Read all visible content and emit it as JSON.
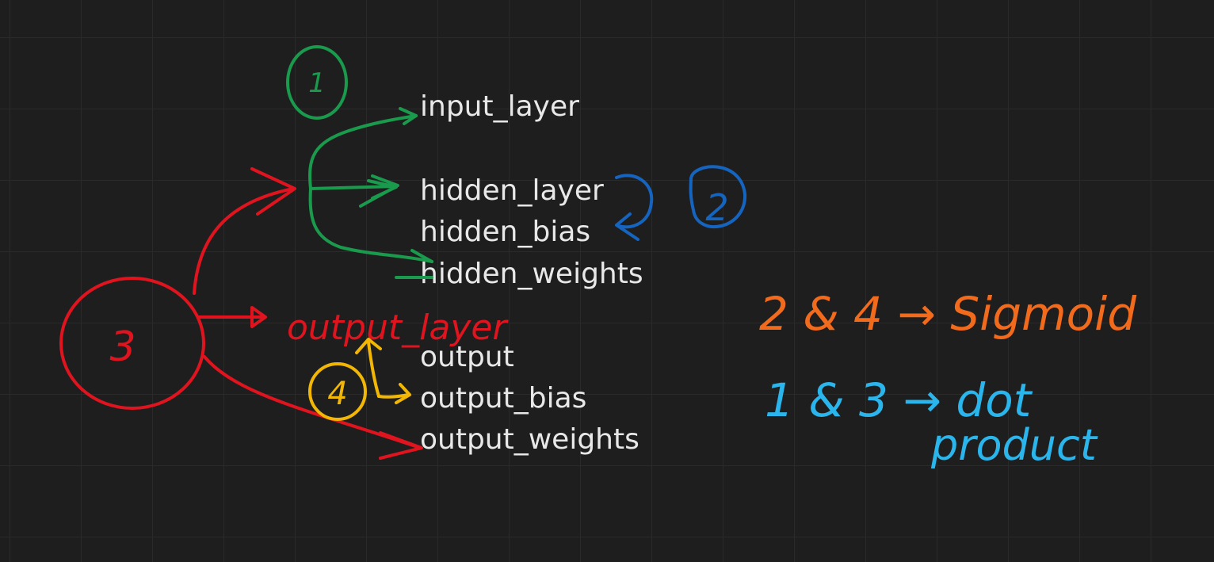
{
  "variables": {
    "input_layer": "input_layer",
    "hidden_layer": "hidden_layer",
    "hidden_bias": "hidden_bias",
    "hidden_weights": "hidden_weights",
    "output": "output",
    "output_bias": "output_bias",
    "output_weights": "output_weights"
  },
  "annotations": {
    "group_1": "1",
    "group_2": "2",
    "group_3": "3",
    "group_4": "4",
    "output_layer_label": "output_layer",
    "note_sigmoid": "2 & 4 → Sigmoid",
    "note_dot_line1": "1 & 3 → dot",
    "note_dot_line2": "product"
  },
  "colors": {
    "background": "#1e1e1e",
    "grid": "#2a2a2a",
    "text": "#e8e8e8",
    "green": "#1a9a4c",
    "blue": "#1565c0",
    "red": "#e0141e",
    "yellow": "#f2b705",
    "orange": "#f26a1b",
    "cyan": "#2ab6ec"
  }
}
